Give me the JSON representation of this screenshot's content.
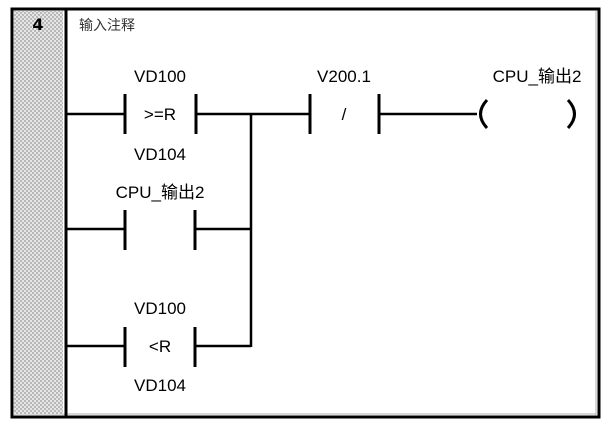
{
  "network": {
    "number": "4",
    "comment": "输入注释"
  },
  "rungs": {
    "compare_ge": {
      "operand_top": "VD100",
      "operator": ">=R",
      "operand_bottom": "VD104"
    },
    "holding_contact": {
      "address": "CPU_输出2",
      "type": "normally-open"
    },
    "compare_lt": {
      "operand_top": "VD100",
      "operator": "<R",
      "operand_bottom": "VD104"
    },
    "nc_contact": {
      "address": "V200.1",
      "symbol": "/",
      "type": "normally-closed"
    },
    "output_coil": {
      "address": "CPU_输出2"
    }
  }
}
